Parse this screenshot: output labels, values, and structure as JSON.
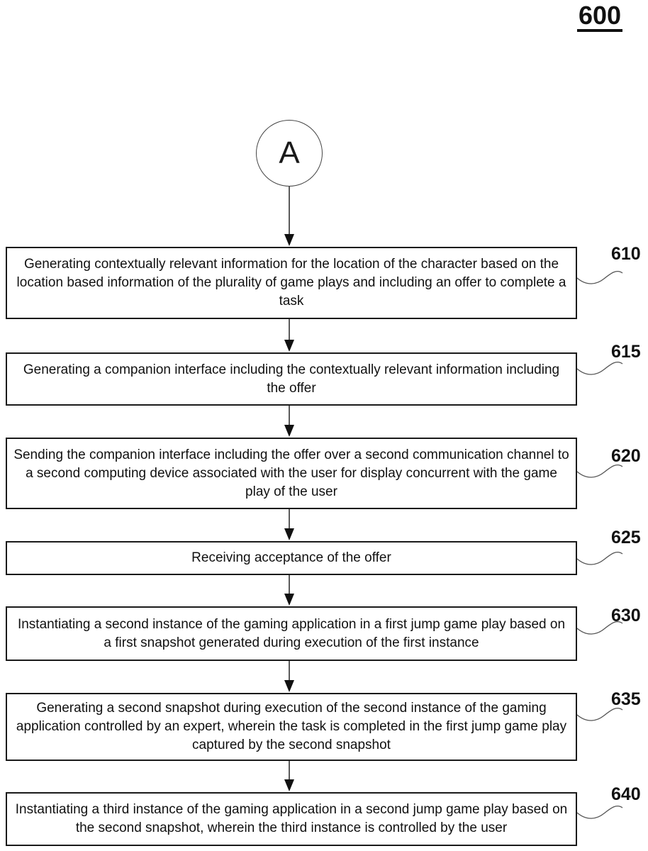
{
  "figure": {
    "title": "600",
    "connector_label": "A"
  },
  "steps": [
    {
      "ref": "610",
      "text": "Generating contextually relevant information for the location of the character based on the location based information of the plurality of game plays and including an offer to complete a task"
    },
    {
      "ref": "615",
      "text": "Generating a companion interface including the contextually relevant information including the offer"
    },
    {
      "ref": "620",
      "text": "Sending the companion interface including the offer over a second communication channel to a second computing device associated with the user for display concurrent with the game play of the user"
    },
    {
      "ref": "625",
      "text": "Receiving acceptance of the offer"
    },
    {
      "ref": "630",
      "text": "Instantiating a second instance of the gaming application in a first jump game play based on a first snapshot generated during execution of the first instance"
    },
    {
      "ref": "635",
      "text": "Generating a second snapshot during execution of the second instance of the gaming application controlled by an expert, wherein the task is completed in the first jump game play captured by the second snapshot"
    },
    {
      "ref": "640",
      "text": "Instantiating a third instance of the gaming application in a second jump game play based on the second snapshot, wherein the third instance is controlled by the user"
    }
  ]
}
